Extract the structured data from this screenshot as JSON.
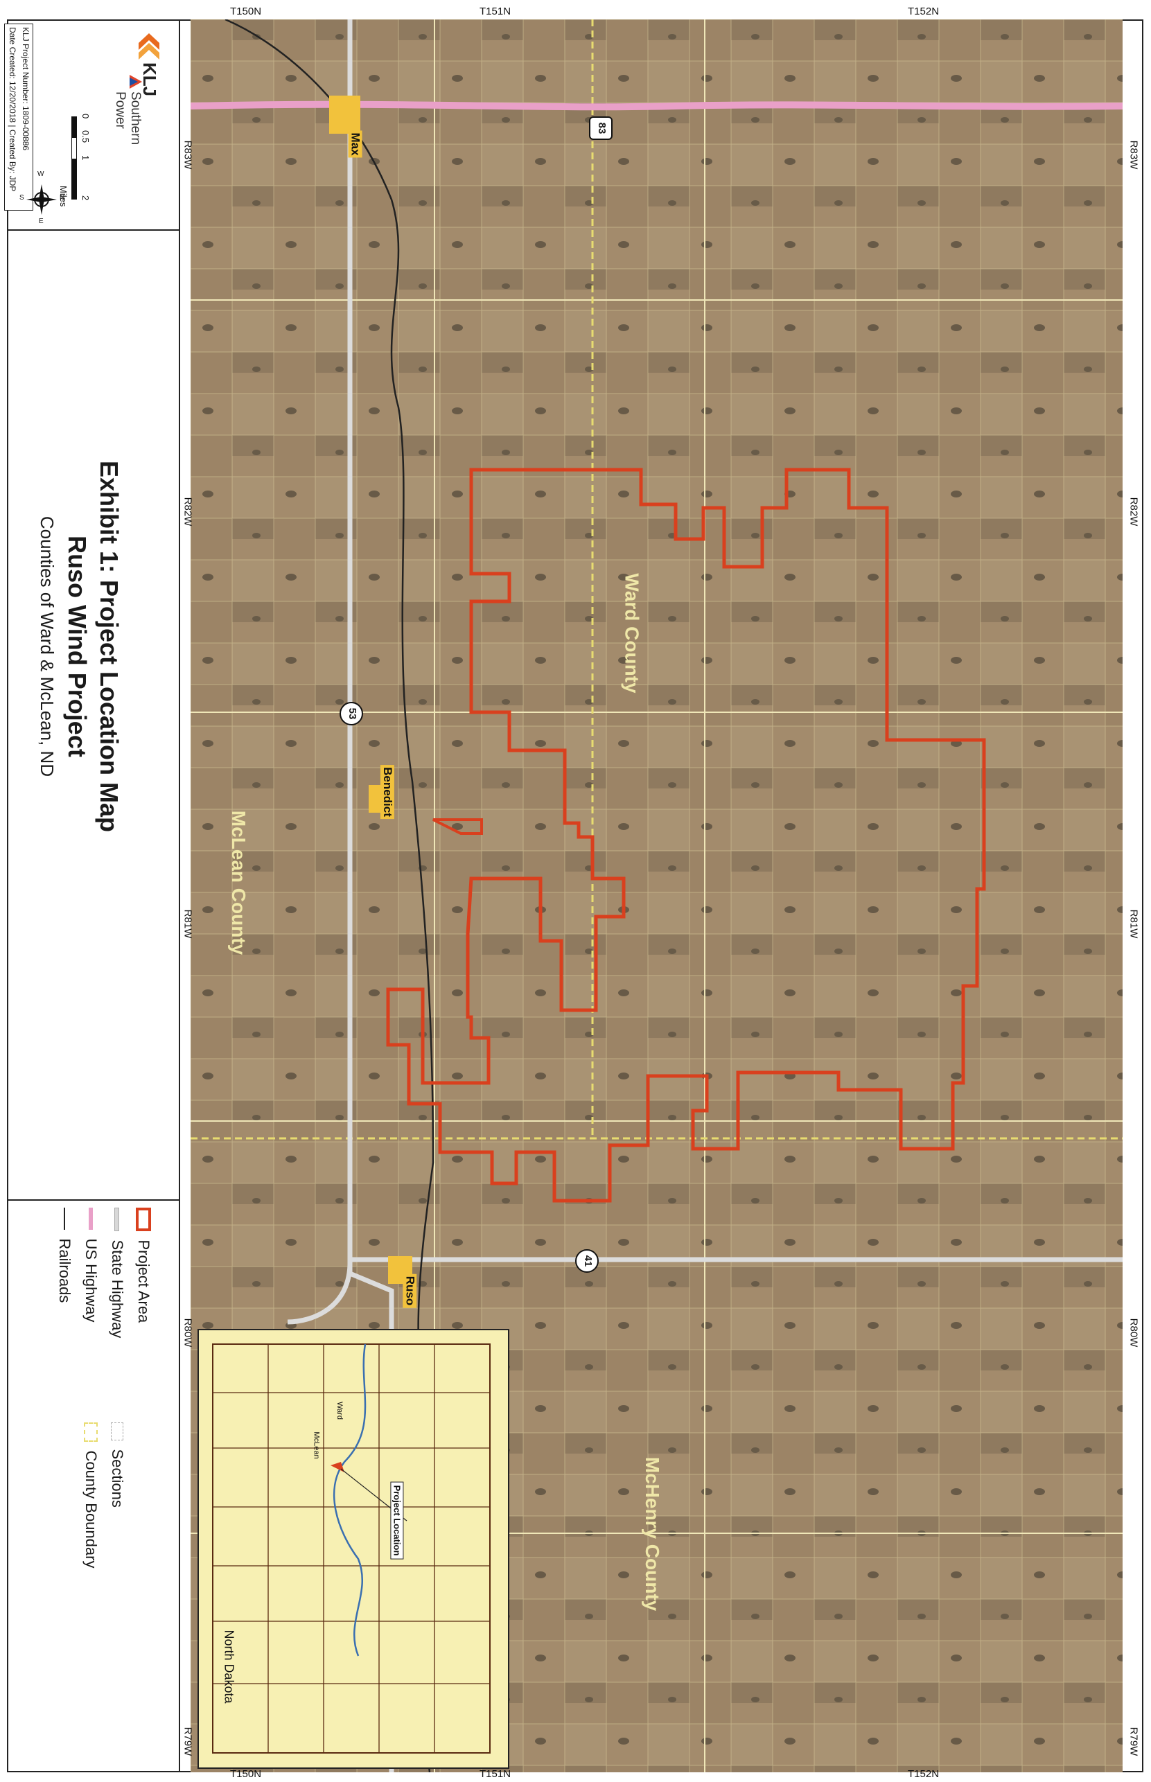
{
  "title": {
    "line1": "Exhibit 1: Project Location Map",
    "line2": "Ruso Wind Project",
    "line3": "Counties of Ward & McLean, ND"
  },
  "logos": {
    "klj": "KLJ",
    "southern_power": "Southern Power"
  },
  "project_info": {
    "project_number": "KLJ Project Number: 1809-00886",
    "date_created": "Date Created: 12/20/2018 | Created By: JDP"
  },
  "scale_bar": {
    "labels": [
      "0",
      "0.5",
      "1",
      "2"
    ],
    "unit": "Miles"
  },
  "compass": {
    "n": "N",
    "s": "S",
    "e": "E",
    "w": "W"
  },
  "legend": {
    "items": [
      {
        "label": "Project Area",
        "color": "#d9401e",
        "icon": "project-area-swatch"
      },
      {
        "label": "State Highway",
        "color": "#d8d8d8",
        "icon": "state-highway-line"
      },
      {
        "label": "US Highway",
        "color": "#e9a0c8",
        "icon": "us-highway-line"
      },
      {
        "label": "Railroads",
        "color": "#222222",
        "icon": "railroad-line"
      },
      {
        "label": "Sections",
        "color": "#d0d0d0",
        "icon": "sections-swatch"
      },
      {
        "label": "County Boundary",
        "color": "#e8dc70",
        "icon": "county-boundary-swatch"
      }
    ]
  },
  "map": {
    "township_labels_left": [
      "T150N",
      "T151N",
      "T152N"
    ],
    "township_labels_right": [
      "T150N",
      "T151N",
      "T152N"
    ],
    "range_labels_top": [
      "R83W",
      "R82W",
      "R81W",
      "R80W",
      "R79W"
    ],
    "range_labels_bottom": [
      "R83W",
      "R82W",
      "R81W",
      "R80W",
      "R79W"
    ],
    "towns": [
      "Max",
      "Benedict",
      "Ruso"
    ],
    "counties": [
      "Ward County",
      "McLean County",
      "McHenry County"
    ],
    "highway_shields": [
      "83",
      "53",
      "41",
      "53"
    ],
    "inset": {
      "state": "North Dakota",
      "counties": [
        "Ward",
        "McLean"
      ],
      "callout": "Project Location"
    },
    "colors": {
      "imagery_base": "#a08a6e",
      "project_boundary": "#d9401e",
      "us_highway": "#e9a0c8",
      "state_highway": "#dcdcdc",
      "county_boundary": "#e8dc70",
      "town_fill": "#f2c23c",
      "inset_fill": "#f7f0b3"
    }
  }
}
